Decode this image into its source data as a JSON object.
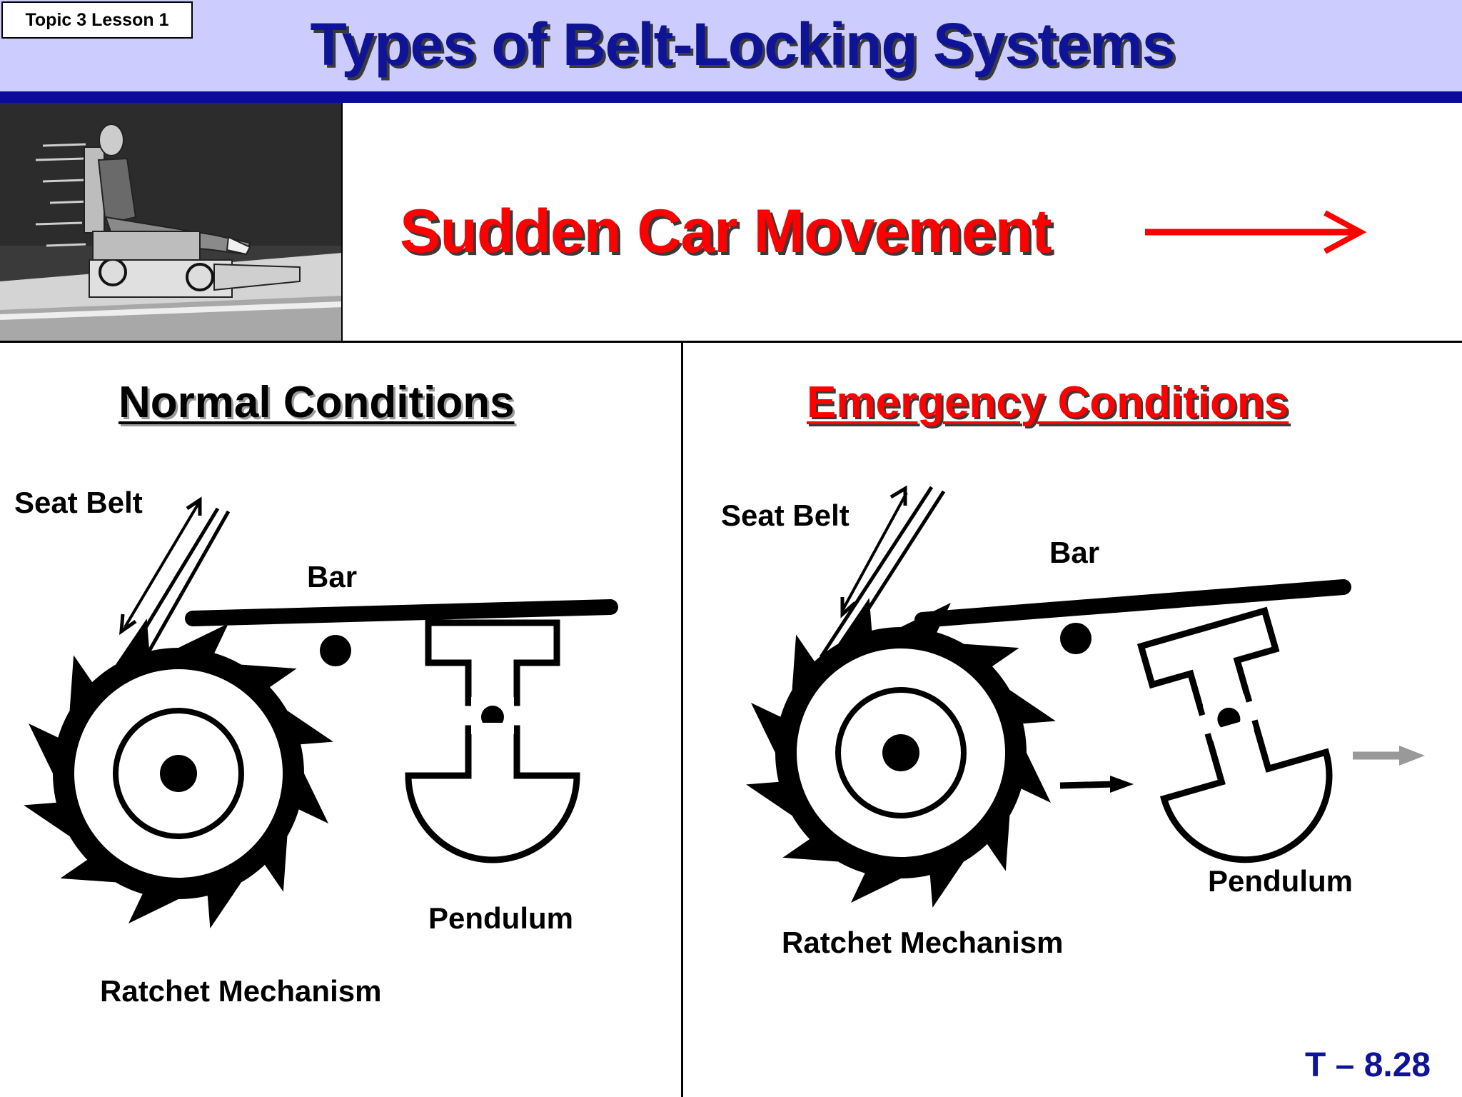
{
  "header": {
    "topic_label": "Topic 3 Lesson 1",
    "title": "Types of Belt-Locking Systems"
  },
  "banner": {
    "movement_text": "Sudden Car Movement"
  },
  "panels": {
    "normal": {
      "heading": "Normal Conditions",
      "seat_belt": "Seat Belt",
      "bar": "Bar",
      "pendulum": "Pendulum",
      "ratchet": "Ratchet Mechanism"
    },
    "emergency": {
      "heading": "Emergency Conditions",
      "seat_belt": "Seat Belt",
      "bar": "Bar",
      "pendulum": "Pendulum",
      "ratchet": "Ratchet Mechanism"
    }
  },
  "footer": {
    "slide_number": "T – 8.28"
  },
  "colors": {
    "header_bg": "#ccccff",
    "title": "#0f1496",
    "accent_red": "#ff0000",
    "arrow_gray": "#999999"
  }
}
